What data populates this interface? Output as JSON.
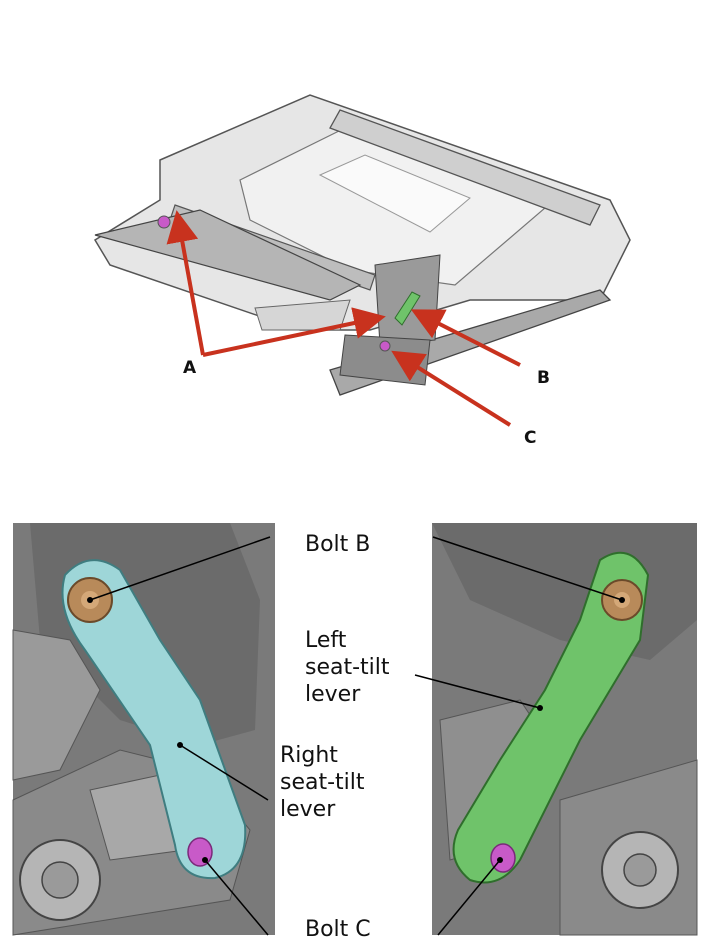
{
  "top_callouts": {
    "a": "A",
    "b": "B",
    "c": "C"
  },
  "bottom_labels": {
    "bolt_b": "Bolt B",
    "left_lever": [
      "Left",
      "seat-tilt",
      "lever"
    ],
    "right_lever": [
      "Right",
      "seat-tilt",
      "lever"
    ],
    "bolt_c": "Bolt C"
  },
  "colors": {
    "callout_arrow": "#c8321e",
    "right_lever": "#9ed6d8",
    "left_lever": "#6fc36a",
    "bolt_b": "#b88a5a",
    "bolt_c": "#c85ac8",
    "frame": "#8e8e8e"
  }
}
